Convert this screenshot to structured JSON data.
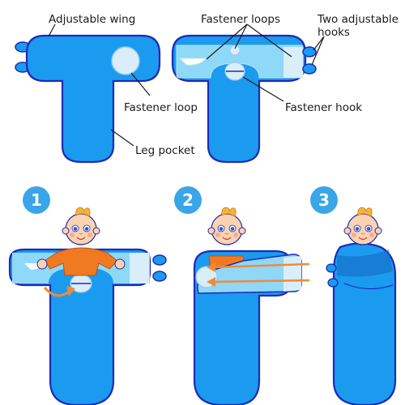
{
  "labels": {
    "adjustable_wing": "Adjustable wing",
    "fastener_loop": "Fastener loop",
    "leg_pocket": "Leg pocket",
    "fastener_loops": "Fastener loops",
    "two_adjustable_line1": "Two adjustable",
    "two_adjustable_line2": "hooks",
    "fastener_hook": "Fastener hook"
  },
  "steps": [
    "1",
    "2",
    "3"
  ],
  "colors": {
    "fabric": "#1a9bf0",
    "fabric_dark": "#1565c0",
    "outline": "#1f2bb5",
    "wing_light": "#8fd8f8",
    "loop": "#d9eef9",
    "step_circle": "#3aa6e8",
    "arrow": "#f08a3c",
    "shirt": "#f07a22",
    "skin": "#fbd3b0",
    "hair": "#f6b23c"
  },
  "icons": [
    "baby-icon",
    "arrow-icon",
    "step-circle-icon"
  ]
}
